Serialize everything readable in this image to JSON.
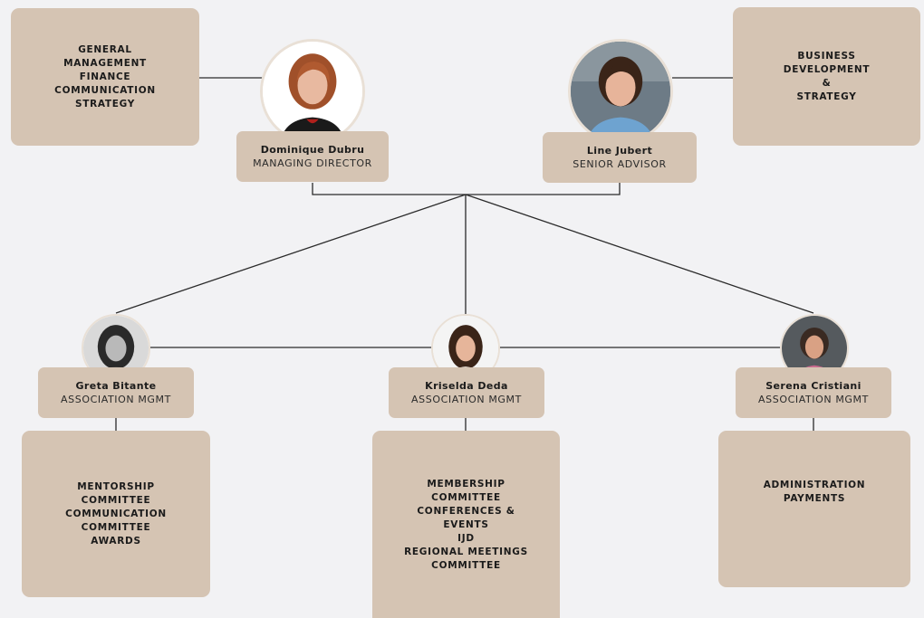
{
  "leaders": [
    {
      "name": "Dominique Dubru",
      "role": "MANAGING DIRECTOR",
      "responsibilities": [
        "GENERAL",
        "MANAGEMENT",
        "FINANCE",
        "COMMUNICATION",
        "STRATEGY"
      ]
    },
    {
      "name": "Line Jubert",
      "role": "SENIOR ADVISOR",
      "responsibilities": [
        "BUSINESS",
        "DEVELOPMENT",
        "&",
        "STRATEGY"
      ]
    }
  ],
  "members": [
    {
      "name": "Greta Bitante",
      "role": "ASSOCIATION MGMT",
      "responsibilities": [
        "MENTORSHIP",
        "COMMITTEE",
        "COMMUNICATION",
        "COMMITTEE",
        "AWARDS"
      ]
    },
    {
      "name": "Kriselda Deda",
      "role": "ASSOCIATION MGMT",
      "responsibilities": [
        "MEMBERSHIP",
        "COMMITTEE",
        "CONFERENCES &",
        "EVENTS",
        "IJD",
        "REGIONAL MEETINGS",
        "COMMITTEE"
      ]
    },
    {
      "name": "Serena Cristiani",
      "role": "ASSOCIATION MGMT",
      "responsibilities": [
        "ADMINISTRATION",
        "PAYMENTS"
      ]
    }
  ],
  "colors": {
    "background": "#f2f2f4",
    "box": "#d5c4b3",
    "line": "#2b2b2b",
    "text": "#1b1b1b"
  }
}
